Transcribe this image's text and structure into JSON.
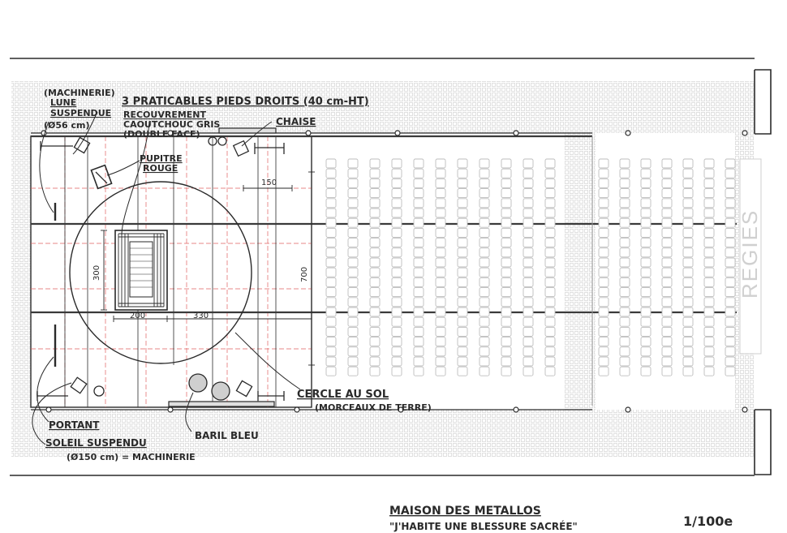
{
  "labels": {
    "lune": [
      "(MACHINERIE)",
      "LUNE",
      "SUSPENDUE",
      "(Ø56 cm)"
    ],
    "praticables": "3 PRATICABLES PIEDS DROITS (40 cm-HT)",
    "recouvrement": [
      "RECOUVREMENT",
      "CAOUTCHOUC GRIS",
      "(DOUBLE FACE)"
    ],
    "chaise": "CHAISE",
    "pupitre": [
      "PUPITRE",
      "ROUGE"
    ],
    "portant": "PORTANT",
    "soleil": [
      "SOLEIL SUSPENDU",
      "(Ø150 cm) = MACHINERIE"
    ],
    "baril": "BARIL BLEU",
    "cercle": [
      "CERCLE AU SOL",
      "(MORCEAUX DE TERRE)"
    ],
    "regies": "REGIES"
  },
  "dimensions": {
    "d150": "150",
    "d300": "300",
    "d200": "200",
    "d330": "330",
    "d700": "700"
  },
  "title": {
    "line1": "MAISON DES METALLOS",
    "line2": "\"J'HABITE UNE BLESSURE SACRÉE\"",
    "scale": "1/100e"
  },
  "colors": {
    "ink": "#2a2a2a",
    "grid_red": "#e06060",
    "dots": "#b8b8b8",
    "seat": "#bdbdbd"
  }
}
